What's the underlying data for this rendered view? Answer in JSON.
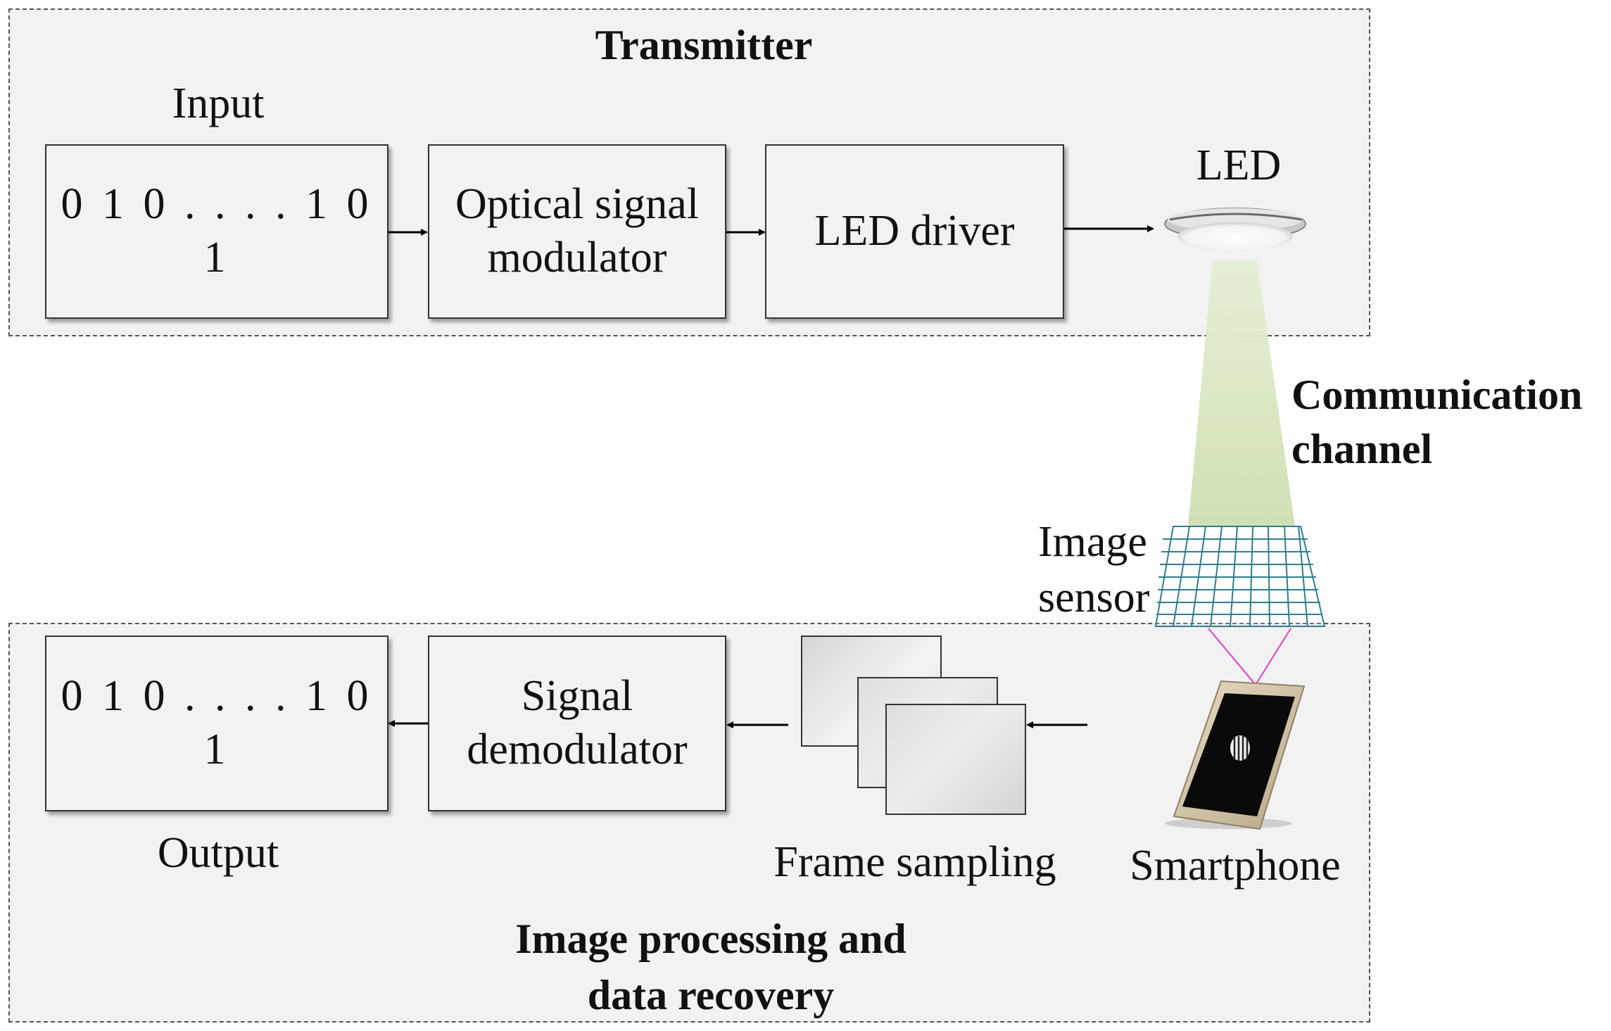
{
  "transmitter": {
    "title": "Transmitter",
    "input_label": "Input",
    "input_bits": "0 1 0 . . . . 1 0 1",
    "modulator_label": "Optical signal modulator",
    "driver_label": "LED driver",
    "led_label": "LED"
  },
  "channel": {
    "label_line1": "Communication",
    "label_line2": "channel",
    "sensor_line1": "Image",
    "sensor_line2": "sensor"
  },
  "receiver": {
    "title_line1": "Image processing and",
    "title_line2": "data recovery",
    "output_bits": "0 1 0 . . . . 1 0 1",
    "output_label": "Output",
    "demod_line1": "Signal",
    "demod_line2": "demodulator",
    "frame_label": "Frame sampling",
    "phone_label": "Smartphone"
  },
  "colors": {
    "region_fill": "#f2f2f2",
    "light_cone": "#d3e3b8",
    "sensor_grid": "#2d7f8e",
    "projection_lines": "#e03cc8"
  }
}
